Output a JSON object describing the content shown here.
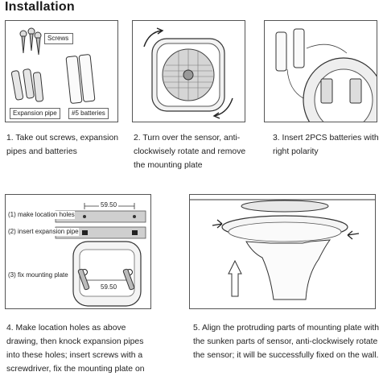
{
  "title": "Installation",
  "step1": {
    "caption": "1. Take out screws, expansion pipes and batteries",
    "label_screws": "Screws",
    "label_expansion": "Expansion pipe",
    "label_batteries": "#5 batteries"
  },
  "step2": {
    "caption": "2. Turn over the sensor, anti-clockwisely rotate and remove the mounting plate"
  },
  "step3": {
    "caption": "3. Insert 2PCS batteries with right polarity"
  },
  "step4": {
    "caption": "4. Make location holes as above drawing, then knock expansion pipes into these holes; insert screws with a screwdriver, fix the mounting plate on the wall.",
    "label_location": "(1) make location holes",
    "label_insert": "(2) insert expansion pipe",
    "label_fix": "(3) fix mounting plate",
    "dim_top": "59.50",
    "dim_bottom": "59.50"
  },
  "step5": {
    "caption": "5. Align the protruding parts of mounting plate with the sunken parts of sensor, anti-clockwisely rotate the sensor; it will be successfully fixed on the wall."
  }
}
